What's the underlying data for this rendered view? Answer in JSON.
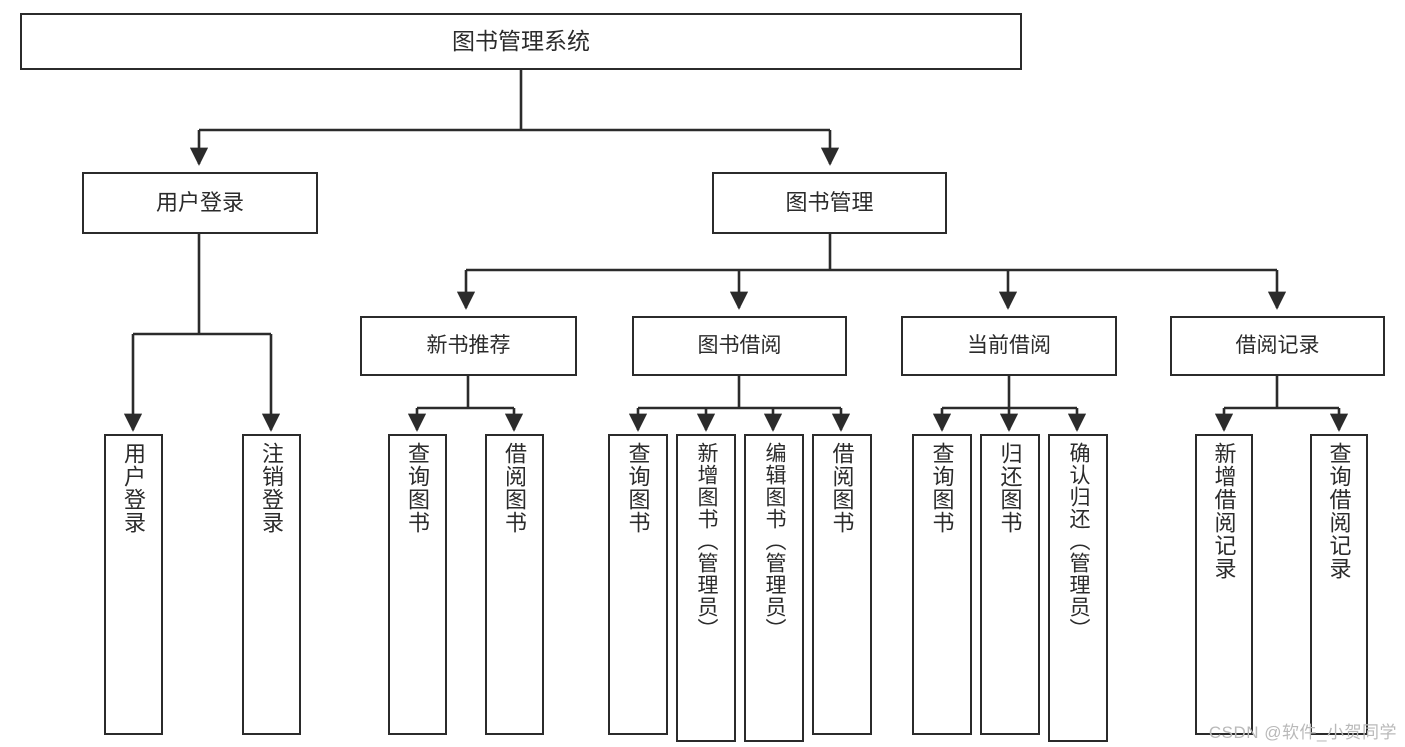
{
  "diagram": {
    "title": "图书管理系统",
    "type": "tree-hierarchy-chart",
    "watermark": "CSDN @软件_小贺同学",
    "colors": {
      "stroke": "#2b2b2b",
      "fill": "#ffffff",
      "background": "#ffffff",
      "watermark": "#b9b9b9"
    },
    "nodes": {
      "root": {
        "label": "图书管理系统"
      },
      "level1": [
        {
          "id": "user-login",
          "label": "用户登录"
        },
        {
          "id": "book-management",
          "label": "图书管理"
        }
      ],
      "level2": [
        {
          "id": "new-book-recommend",
          "label": "新书推荐"
        },
        {
          "id": "book-borrow",
          "label": "图书借阅"
        },
        {
          "id": "current-borrow",
          "label": "当前借阅"
        },
        {
          "id": "borrow-record",
          "label": "借阅记录"
        }
      ],
      "leaves": {
        "user-login": [
          {
            "id": "user-login-leaf",
            "label": "用户登录"
          },
          {
            "id": "logout-leaf",
            "label": "注销登录"
          }
        ],
        "new-book-recommend": [
          {
            "id": "query-book-1",
            "label": "查询图书"
          },
          {
            "id": "borrow-book-1",
            "label": "借阅图书"
          }
        ],
        "book-borrow": [
          {
            "id": "query-book-2",
            "label": "查询图书"
          },
          {
            "id": "add-book",
            "label": "新增图书（管理员）"
          },
          {
            "id": "edit-book",
            "label": "编辑图书（管理员）"
          },
          {
            "id": "borrow-book-2",
            "label": "借阅图书"
          }
        ],
        "current-borrow": [
          {
            "id": "query-book-3",
            "label": "查询图书"
          },
          {
            "id": "return-book",
            "label": "归还图书"
          },
          {
            "id": "confirm-return",
            "label": "确认归还（管理员）"
          }
        ],
        "borrow-record": [
          {
            "id": "add-borrow-record",
            "label": "新增借阅记录"
          },
          {
            "id": "query-borrow-record",
            "label": "查询借阅记录"
          }
        ]
      }
    }
  }
}
